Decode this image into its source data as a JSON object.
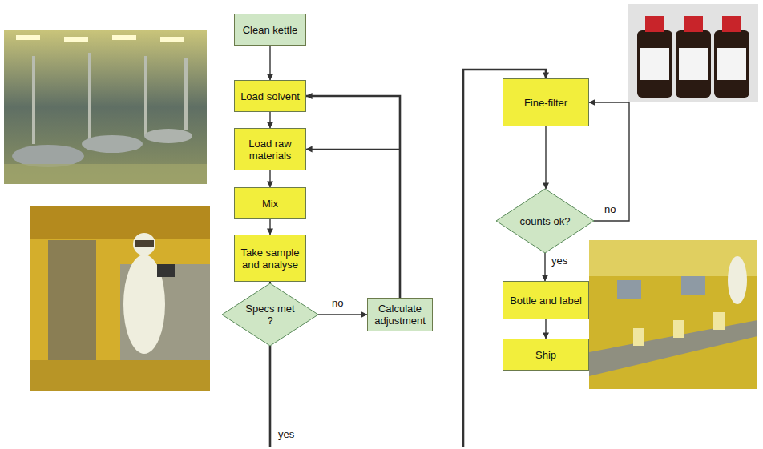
{
  "diagram": {
    "nodes": [
      {
        "text": [
          "Clean kettle"
        ]
      },
      {
        "text": [
          "Load solvent"
        ]
      },
      {
        "text": [
          "Load raw materials"
        ]
      },
      {
        "text": [
          "Mix"
        ]
      },
      {
        "text": [
          "Take sample and analyse"
        ]
      },
      {
        "text": [
          "Specs met ?"
        ]
      },
      {
        "text": [
          "Calculate adjustment"
        ]
      },
      {
        "text": [
          "Fine-filter"
        ]
      },
      {
        "text": [
          "counts ok?"
        ]
      },
      {
        "text": [
          "Bottle and label"
        ]
      },
      {
        "text": [
          "Ship"
        ]
      }
    ],
    "edges": [
      {
        "from": 0,
        "to": 1,
        "arrow": "to"
      },
      {
        "from": 1,
        "to": 2,
        "arrow": "to"
      },
      {
        "from": 2,
        "to": 3,
        "arrow": "to"
      },
      {
        "from": 3,
        "to": 4,
        "arrow": "to"
      },
      {
        "from": 4,
        "to": 5,
        "arrow": "to"
      },
      {
        "from": 5,
        "to": 6,
        "label": "no",
        "arrow": "to"
      },
      {
        "from": 6,
        "to": 1,
        "arrow": "to"
      },
      {
        "from": 6,
        "to": 2,
        "arrow": "to"
      },
      {
        "from": 5,
        "to": 7,
        "label": "yes",
        "arrow": "to"
      },
      {
        "from": 7,
        "to": 8,
        "arrow": "to"
      },
      {
        "from": 8,
        "to": 7,
        "label": "no",
        "arrow": "to"
      },
      {
        "from": 8,
        "to": 9,
        "label": "yes",
        "arrow": "to"
      },
      {
        "from": 9,
        "to": 10,
        "arrow": "to"
      }
    ]
  }
}
